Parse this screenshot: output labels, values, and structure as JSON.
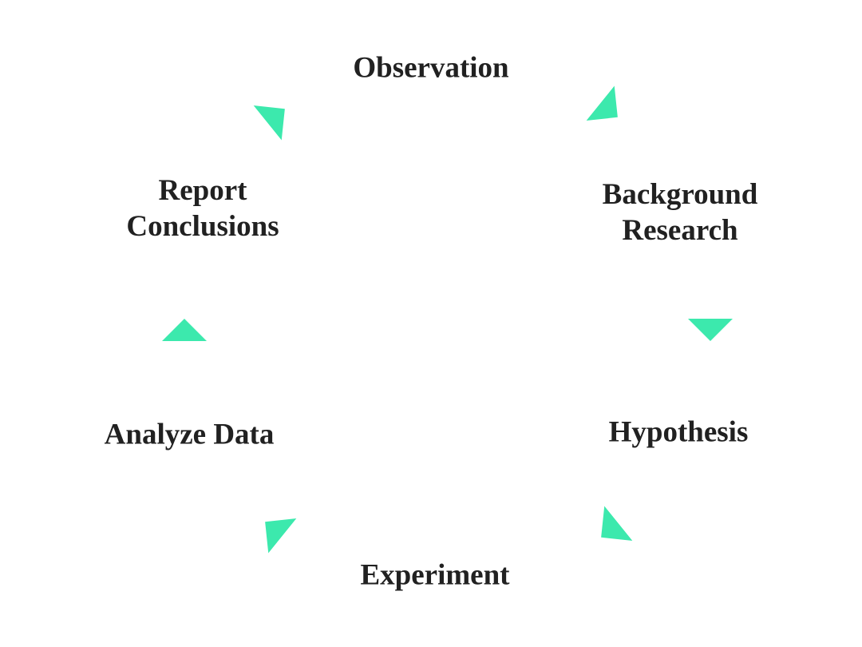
{
  "diagram": {
    "type": "cycle",
    "flow_direction": "clockwise",
    "colors": {
      "background": "#ffffff",
      "text": "#212121",
      "arrow": "#3ce9ad"
    },
    "steps": [
      {
        "label": "Observation"
      },
      {
        "label": "Background Research"
      },
      {
        "label": "Hypothesis"
      },
      {
        "label": "Experiment"
      },
      {
        "label": "Analyze Data"
      },
      {
        "label": "Report Conclusions"
      }
    ],
    "arrows": [
      {
        "from": "Report Conclusions",
        "to": "Observation"
      },
      {
        "from": "Observation",
        "to": "Background Research"
      },
      {
        "from": "Background Research",
        "to": "Hypothesis"
      },
      {
        "from": "Hypothesis",
        "to": "Experiment"
      },
      {
        "from": "Experiment",
        "to": "Analyze Data"
      },
      {
        "from": "Analyze Data",
        "to": "Report Conclusions"
      }
    ]
  }
}
